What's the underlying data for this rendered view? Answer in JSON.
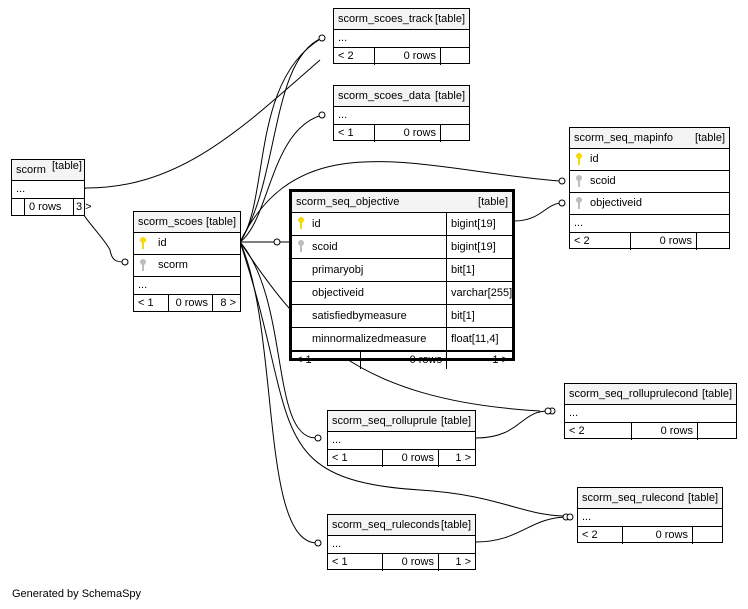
{
  "footer_text": "Generated by SchemaSpy",
  "colors": {
    "key_primary": "#f5d90a",
    "key_foreign": "#bdbdbd",
    "header_bg": "#f4f4f4",
    "line": "#000000"
  },
  "tables": {
    "scorm": {
      "name": "scorm",
      "tag": "[table]",
      "rows": [
        "..."
      ],
      "footer": [
        "",
        "0 rows",
        "3 >"
      ]
    },
    "scorm_scoes": {
      "name": "scorm_scoes",
      "tag": "[table]",
      "cols": [
        {
          "name": "id",
          "key": "primary"
        },
        {
          "name": "scorm",
          "key": "foreign"
        }
      ],
      "rows": [
        "..."
      ],
      "footer": [
        "< 1",
        "0 rows",
        "8 >"
      ]
    },
    "scorm_scoes_track": {
      "name": "scorm_scoes_track",
      "tag": "[table]",
      "rows": [
        "..."
      ],
      "footer": [
        "< 2",
        "0 rows",
        ""
      ]
    },
    "scorm_scoes_data": {
      "name": "scorm_scoes_data",
      "tag": "[table]",
      "rows": [
        "..."
      ],
      "footer": [
        "< 1",
        "0 rows",
        ""
      ]
    },
    "scorm_seq_mapinfo": {
      "name": "scorm_seq_mapinfo",
      "tag": "[table]",
      "cols": [
        {
          "name": "id",
          "key": "primary"
        },
        {
          "name": "scoid",
          "key": "foreign"
        },
        {
          "name": "objectiveid",
          "key": "foreign"
        }
      ],
      "rows": [
        "..."
      ],
      "footer": [
        "< 2",
        "0 rows",
        ""
      ]
    },
    "scorm_seq_objective": {
      "name": "scorm_seq_objective",
      "tag": "[table]",
      "cols": [
        {
          "name": "id",
          "type": "bigint[19]",
          "key": "primary"
        },
        {
          "name": "scoid",
          "type": "bigint[19]",
          "key": "foreign"
        },
        {
          "name": "primaryobj",
          "type": "bit[1]",
          "key": ""
        },
        {
          "name": "objectiveid",
          "type": "varchar[255]",
          "key": ""
        },
        {
          "name": "satisfiedbymeasure",
          "type": "bit[1]",
          "key": ""
        },
        {
          "name": "minnormalizedmeasure",
          "type": "float[11,4]",
          "key": ""
        }
      ],
      "footer": [
        "< 1",
        "0 rows",
        "1 >"
      ]
    },
    "scorm_seq_rolluprulecond": {
      "name": "scorm_seq_rolluprulecond",
      "tag": "[table]",
      "rows": [
        "..."
      ],
      "footer": [
        "< 2",
        "0 rows",
        ""
      ]
    },
    "scorm_seq_rolluprule": {
      "name": "scorm_seq_rolluprule",
      "tag": "[table]",
      "rows": [
        "..."
      ],
      "footer": [
        "< 1",
        "0 rows",
        "1 >"
      ]
    },
    "scorm_seq_rulecond": {
      "name": "scorm_seq_rulecond",
      "tag": "[table]",
      "rows": [
        "..."
      ],
      "footer": [
        "< 2",
        "0 rows",
        ""
      ]
    },
    "scorm_seq_ruleconds": {
      "name": "scorm_seq_ruleconds",
      "tag": "[table]",
      "rows": [
        "..."
      ],
      "footer": [
        "< 1",
        "0 rows",
        "1 >"
      ]
    }
  }
}
